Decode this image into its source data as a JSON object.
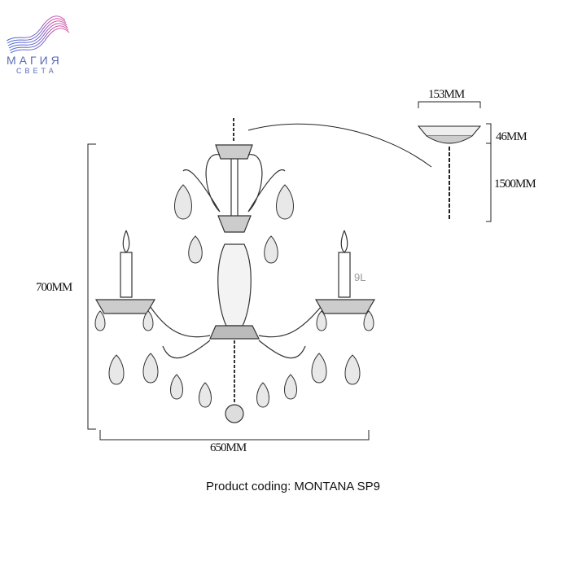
{
  "logo": {
    "line1": "МАГИЯ",
    "line2": "СВЕТА",
    "colors": [
      "#e05aa8",
      "#7a5cc4",
      "#4a6cd0"
    ]
  },
  "dimensions": {
    "height": "700MM",
    "width": "650MM",
    "canopy_diameter": "153MM",
    "canopy_height": "46MM",
    "chain_length": "1500MM"
  },
  "lamp_count_label": "9L",
  "caption": "Product coding: MONTANA SP9"
}
